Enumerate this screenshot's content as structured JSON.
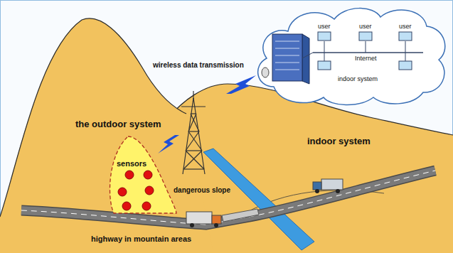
{
  "diagram": {
    "nodes": [
      {
        "text": [
          "user",
          "user",
          "user",
          "Internet",
          "indoor system"
        ]
      },
      {
        "text": [
          "sensors",
          "dangerous slope"
        ]
      }
    ],
    "labels": [
      "wireless data transmission",
      "the outdoor system",
      "indoor system",
      "highway in mountain areas"
    ]
  }
}
